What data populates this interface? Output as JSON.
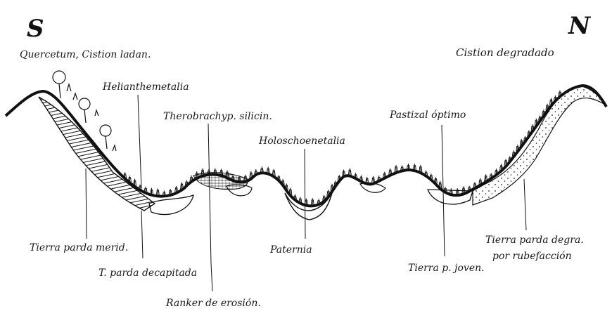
{
  "compass": {
    "south": "S",
    "north": "N"
  },
  "labels_top": {
    "quercetum": "Quercetum, Cistion ladan.",
    "helianthemetalia": "Helianthemetalia",
    "therobrachyp": "Therobrachyp. silicin.",
    "holoschoenetalia": "Holoschoenetalia",
    "pastizal": "Pastizal óptimo",
    "cistion_degradado": "Cistion degradado"
  },
  "labels_bottom": {
    "tierra_parda_merid": "Tierra parda merid.",
    "t_parda_decapitada": "T. parda decapitada",
    "ranker": "Ranker de erosión.",
    "paternia": "Paternia",
    "tierra_joven": "Tierra p. joven.",
    "tierra_degra_1": "Tierra parda degra.",
    "tierra_degra_2": "por rubefacción"
  },
  "colors": {
    "ink": "#111111",
    "paper": "#ffffff"
  }
}
